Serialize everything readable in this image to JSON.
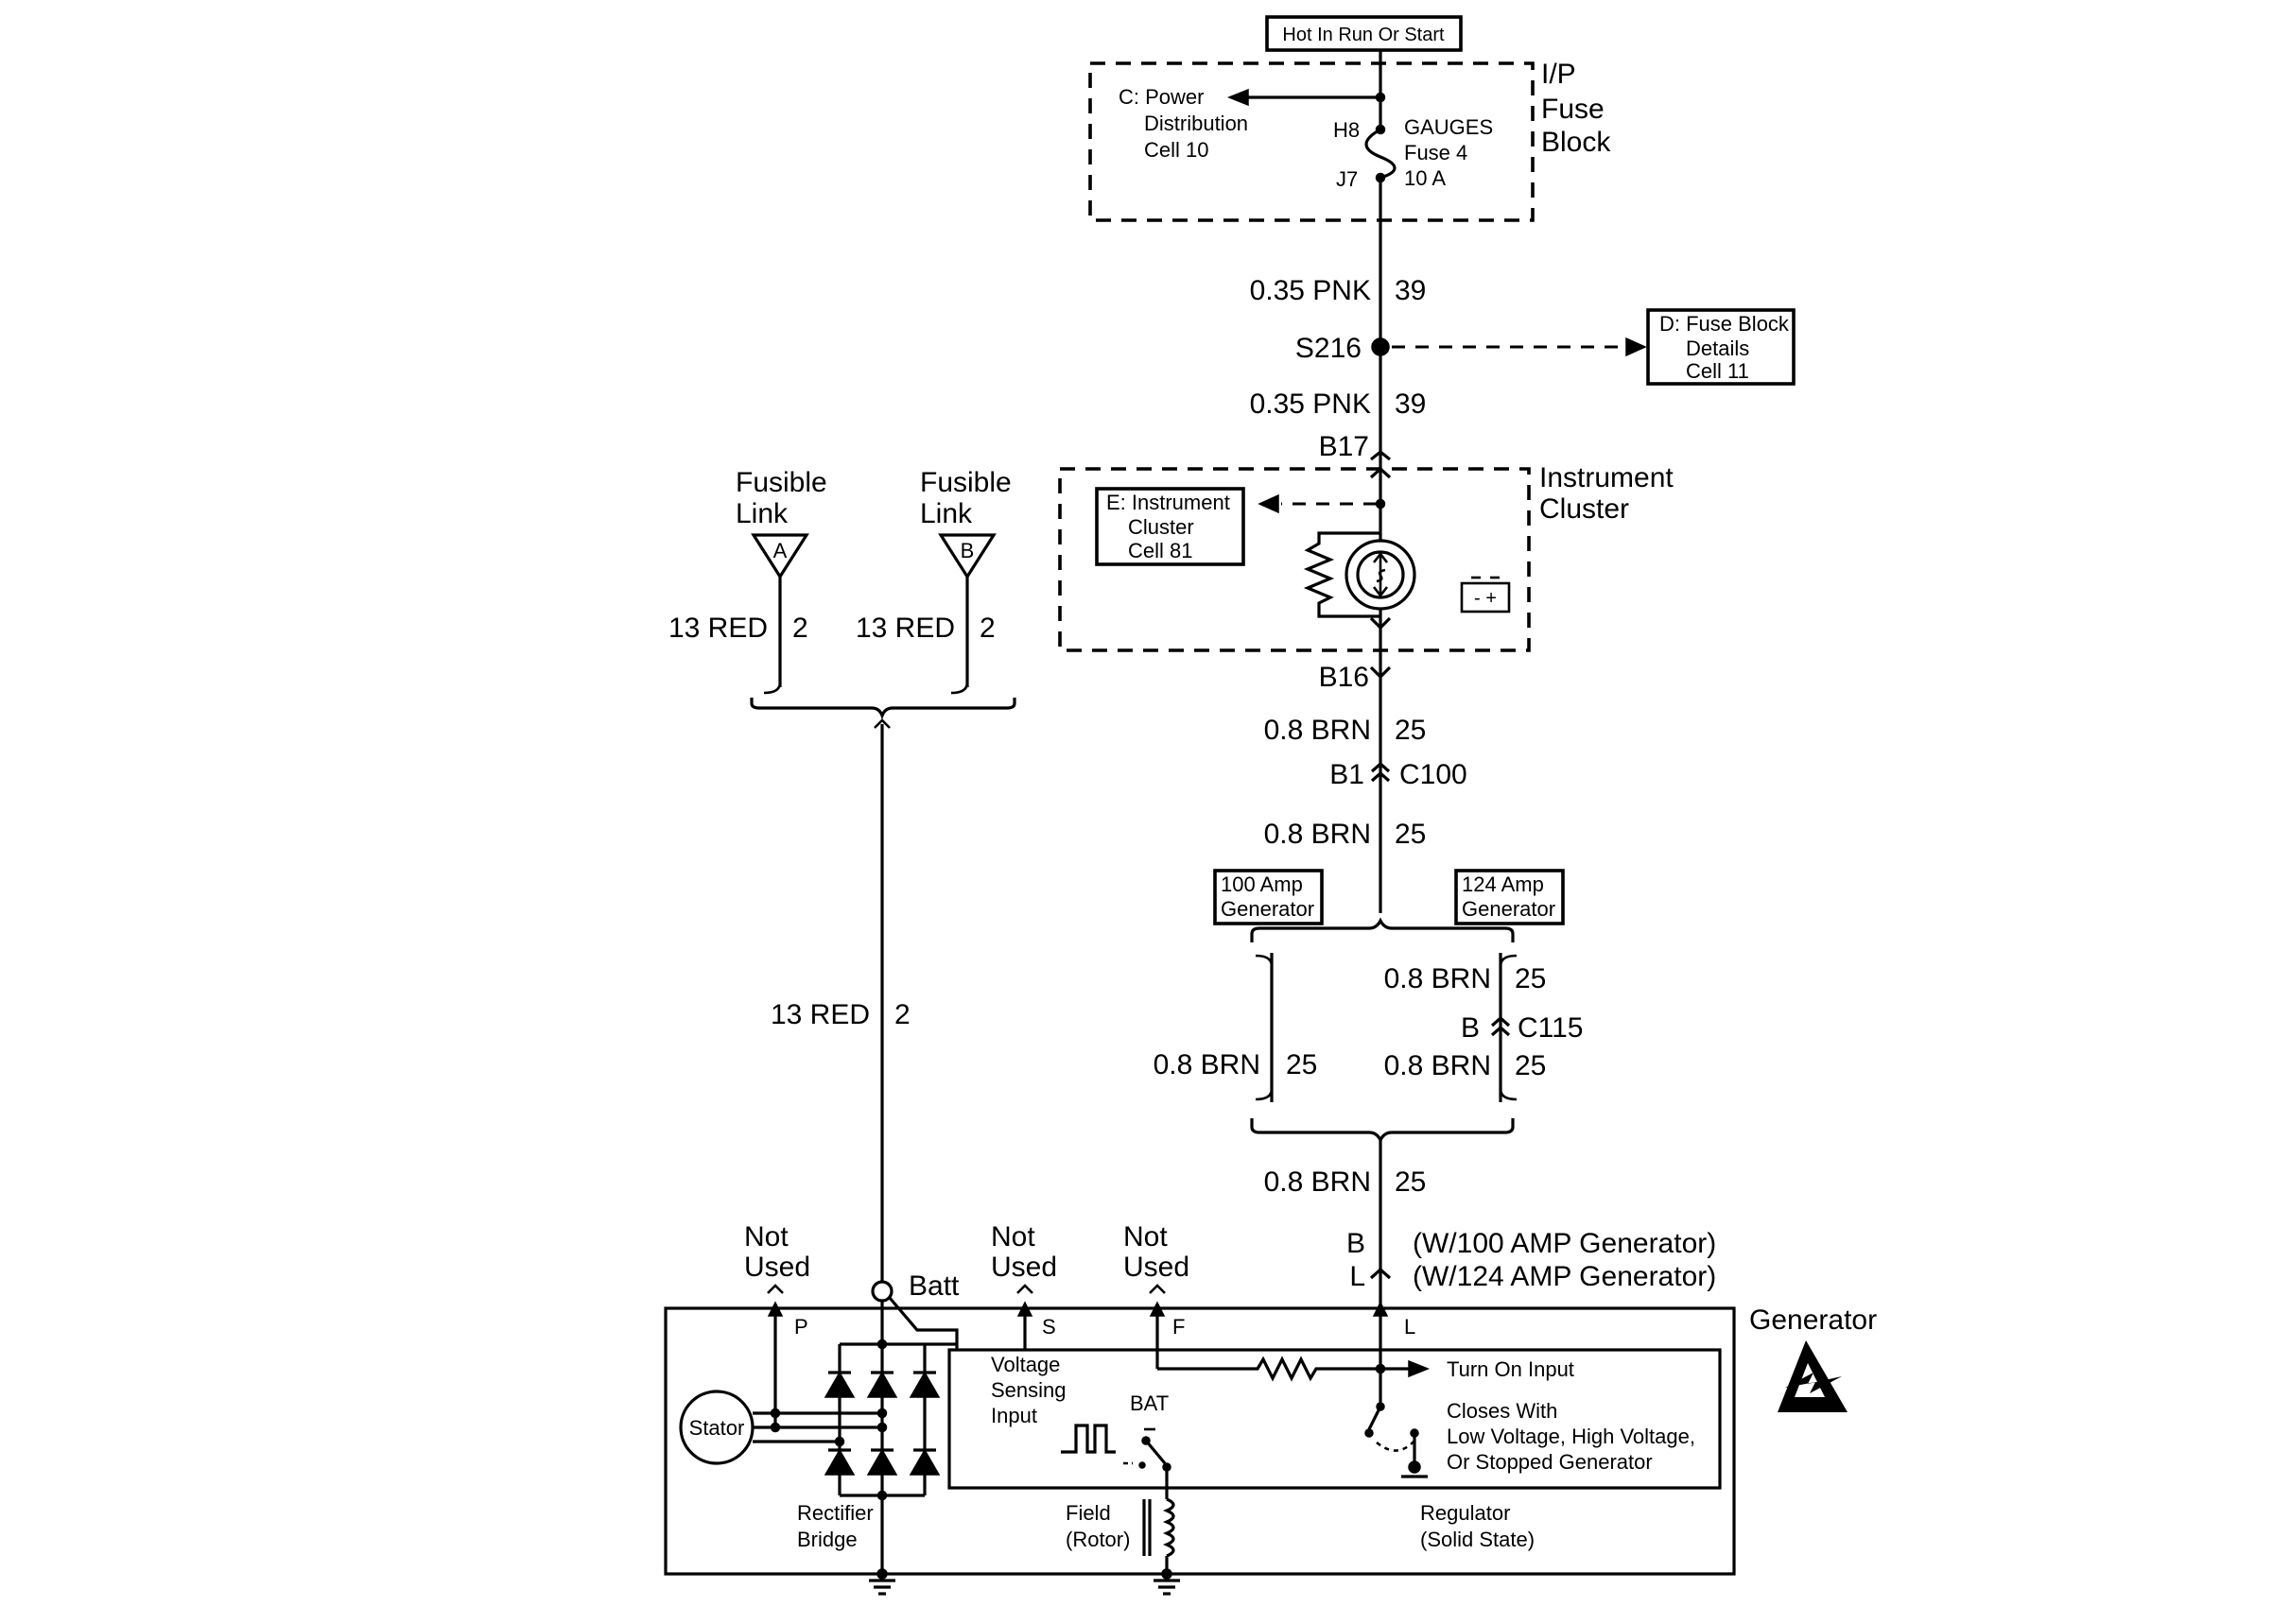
{
  "top_box": {
    "label": "Hot In Run Or Start"
  },
  "ip_fuse_block": {
    "title": [
      "I/P",
      "Fuse",
      "Block"
    ],
    "ref": [
      "C: Power",
      "Distribution",
      "Cell 10"
    ],
    "pin_top": "H8",
    "pin_bottom": "J7",
    "fuse": [
      "GAUGES",
      "Fuse 4",
      "10 A"
    ]
  },
  "wires": {
    "w1": {
      "gauge": "0.35 PNK",
      "circuit": "39"
    },
    "w2": {
      "gauge": "0.35 PNK",
      "circuit": "39"
    },
    "w3": {
      "gauge": "0.8 BRN",
      "circuit": "25"
    },
    "w4": {
      "gauge": "0.8 BRN",
      "circuit": "25"
    },
    "w5": {
      "gauge": "0.8 BRN",
      "circuit": "25"
    },
    "w6": {
      "gauge": "0.8 BRN",
      "circuit": "25"
    },
    "w7": {
      "gauge": "0.8 BRN",
      "circuit": "25"
    },
    "w8": {
      "gauge": "0.8 BRN",
      "circuit": "25"
    },
    "fa": {
      "gauge": "13 RED",
      "circuit": "2"
    },
    "fb": {
      "gauge": "13 RED",
      "circuit": "2"
    },
    "batt": {
      "gauge": "13 RED",
      "circuit": "2"
    }
  },
  "splice": {
    "label": "S216"
  },
  "fuse_block_details": {
    "label": [
      "D: Fuse Block",
      "Details",
      "Cell 11"
    ]
  },
  "instrument_cluster": {
    "pin_top": "B17",
    "pin_bottom": "B16",
    "title": [
      "Instrument",
      "Cluster"
    ],
    "ref": [
      "E: Instrument",
      "Cluster",
      "Cell 81"
    ],
    "battery_symbol": "- +"
  },
  "c100": {
    "pin": "B1",
    "name": "C100"
  },
  "options": {
    "left": [
      "100 Amp",
      "Generator"
    ],
    "right": [
      "124 Amp",
      "Generator"
    ]
  },
  "c115": {
    "pin": "B",
    "name": "C115"
  },
  "fusible_links": [
    {
      "label": [
        "Fusible",
        "Link"
      ],
      "letter": "A"
    },
    {
      "label": [
        "Fusible",
        "Link"
      ],
      "letter": "B"
    }
  ],
  "generator": {
    "title": "Generator",
    "not_used": [
      "Not",
      "Used"
    ],
    "batt": "Batt",
    "pin_p": "P",
    "pin_s": "S",
    "pin_f": "F",
    "pin_l": "L",
    "term_b": "B",
    "term_l": "L",
    "term_b_note": "(W/100 AMP Generator)",
    "term_l_note": "(W/124 AMP Generator)",
    "stator": "Stator",
    "rectifier": [
      "Rectifier",
      "Bridge"
    ],
    "voltage_sensing": [
      "Voltage",
      "Sensing",
      "Input"
    ],
    "bat": "BAT",
    "turn_on": "Turn On Input",
    "closes": [
      "Closes With",
      "Low Voltage, High Voltage,",
      "Or Stopped Generator"
    ],
    "field": [
      "Field",
      "(Rotor)"
    ],
    "regulator": [
      "Regulator",
      "(Solid State)"
    ]
  }
}
